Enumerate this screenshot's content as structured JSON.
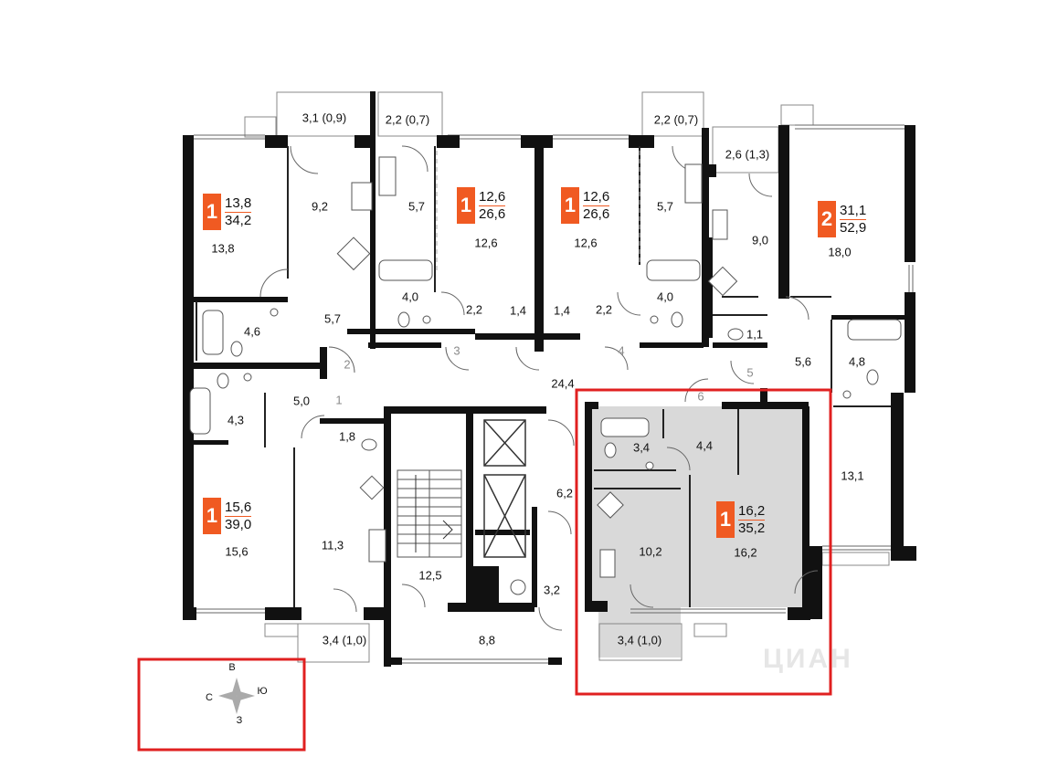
{
  "apartments": [
    {
      "rooms": "1",
      "living_area": "13,8",
      "total_area": "34,2"
    },
    {
      "rooms": "1",
      "living_area": "12,6",
      "total_area": "26,6"
    },
    {
      "rooms": "1",
      "living_area": "12,6",
      "total_area": "26,6"
    },
    {
      "rooms": "2",
      "living_area": "31,1",
      "total_area": "52,9"
    },
    {
      "rooms": "1",
      "living_area": "15,6",
      "total_area": "39,0"
    },
    {
      "rooms": "1",
      "living_area": "16,2",
      "total_area": "35,2"
    }
  ],
  "room_areas": [
    "3,1 (0,9)",
    "2,2 (0,7)",
    "2,2 (0,7)",
    "2,6 (1,3)",
    "13,8",
    "9,2",
    "5,7",
    "12,6",
    "12,6",
    "5,7",
    "9,0",
    "18,0",
    "4,6",
    "5,7",
    "4,0",
    "2,2",
    "1,4",
    "1,4",
    "2,2",
    "4,0",
    "1,1",
    "5,6",
    "4,8",
    "24,4",
    "4,3",
    "5,0",
    "1,8",
    "3,4",
    "4,4",
    "13,1",
    "6,2",
    "15,6",
    "11,3",
    "10,2",
    "16,2",
    "12,5",
    "3,2",
    "3,4 (1,0)",
    "8,8",
    "3,4 (1,0)"
  ],
  "door_numbers": [
    "1",
    "2",
    "3",
    "4",
    "5",
    "6"
  ],
  "compass": {
    "north": "В",
    "west": "С",
    "east": "Ю",
    "south": "З"
  },
  "watermark": "ЦИАН",
  "colors": {
    "walls": "#111111",
    "highlight_fill": "#d9d9d9",
    "selection_frame": "#e02020",
    "badge": "#f05a22"
  }
}
